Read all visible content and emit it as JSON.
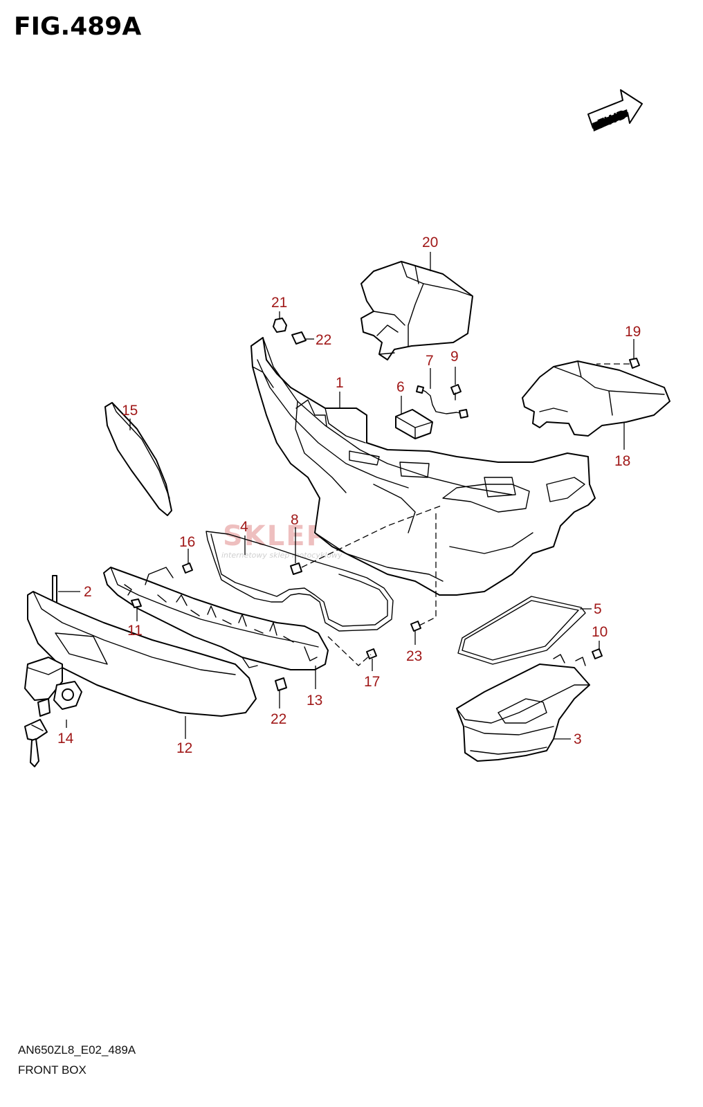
{
  "title": "FIG.489A",
  "fwd_label": "FWD",
  "watermark": {
    "main": "SKLEPMOTO48.PL",
    "tagline": "internetowy sklep motocyklowy",
    "accent": "#d04a4a"
  },
  "footer": {
    "code": "AN650ZL8_E02_489A",
    "name": "FRONT BOX"
  },
  "callout_color": "#a01818",
  "callouts": {
    "c1": "1",
    "c2": "2",
    "c3": "3",
    "c4": "4",
    "c5": "5",
    "c6": "6",
    "c7": "7",
    "c8": "8",
    "c9": "9",
    "c10": "10",
    "c11": "11",
    "c12": "12",
    "c13": "13",
    "c14": "14",
    "c15": "15",
    "c16": "16",
    "c17": "17",
    "c18": "18",
    "c19": "19",
    "c20": "20",
    "c21": "21",
    "c22a": "22",
    "c22b": "22",
    "c23": "23"
  }
}
